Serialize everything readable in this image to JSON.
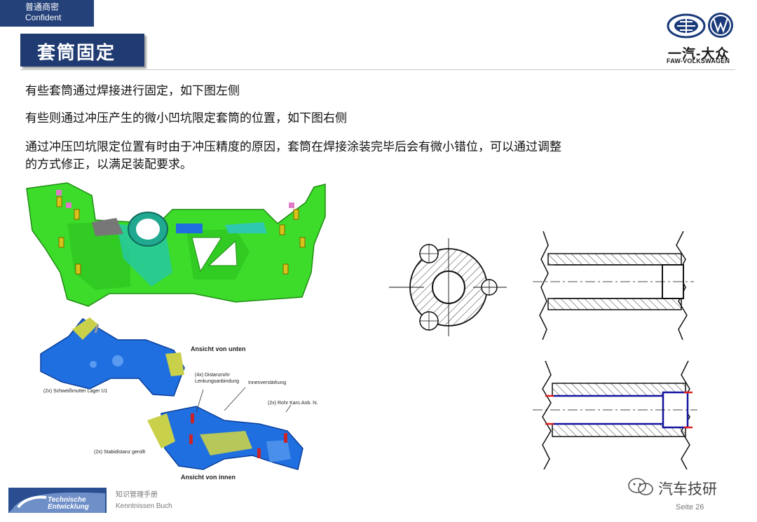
{
  "header": {
    "confidential_cn": "普通商密",
    "confidential_en": "Confident",
    "title": "套筒固定",
    "logo_cn": "一汽-大众",
    "logo_en": "FAW-VOLKSWAGEN"
  },
  "body": {
    "lines": [
      "有些套筒通过焊接进行固定，如下图左侧",
      "有些则通过冲压产生的微小凹坑限定套筒的位置，如下图右侧",
      "通过冲压凹坑限定位置有时由于冲压精度的原因，套筒在焊接涂装完毕后会有微小错位，可以通过调整",
      "的方式修正，以满足装配要求。"
    ]
  },
  "figure_labels": {
    "view_bottom": "Ansicht von unten",
    "view_inside": "Ansicht von innen",
    "nut": "(2x) Schweißmutter Lager U1",
    "tube_1": "(4x) Distanzrohr",
    "tube_2": "Lenkungsanbindung",
    "reinforcement": "Innenverstärkung",
    "pipe": "(2x) Rohr Karo.Anb. hi.",
    "spacer": "(2x) Stabidistanz gerollt"
  },
  "footer": {
    "brand_1": "Technische",
    "brand_2": "Entwicklung",
    "book_cn": "知识管理手册",
    "book_de": "Kenntnissen Buch",
    "watermark": "汽车技研",
    "page": "Seite 26"
  },
  "colors": {
    "navy": "#1f3b72",
    "frame_green": "#3ddc2a",
    "frame_blue": "#1f6fe0",
    "marker_red": "#e02020",
    "sleeve_blue": "#1414a0"
  }
}
